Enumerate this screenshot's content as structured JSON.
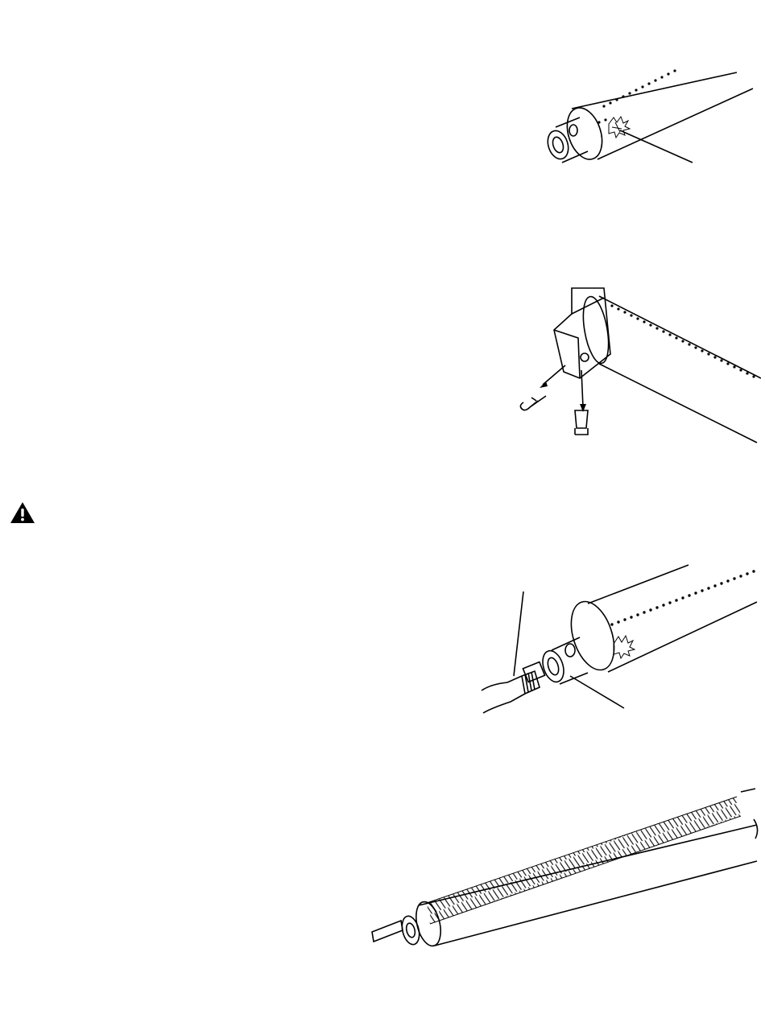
{
  "page": {
    "background": "#ffffff",
    "ink": "#000000"
  },
  "illustrations": [
    {
      "id": "burner-end-venturi",
      "icon": "burner-tube-end-view"
    },
    {
      "id": "burner-bracket-removal",
      "icon": "burner-bracket-cotter-pin"
    },
    {
      "id": "burner-valve-orifice",
      "icon": "burner-orifice-alignment"
    },
    {
      "id": "burner-cleaning-brush",
      "icon": "venturi-brush-cleaning"
    }
  ],
  "warning": {
    "icon": "warning-triangle-icon"
  }
}
